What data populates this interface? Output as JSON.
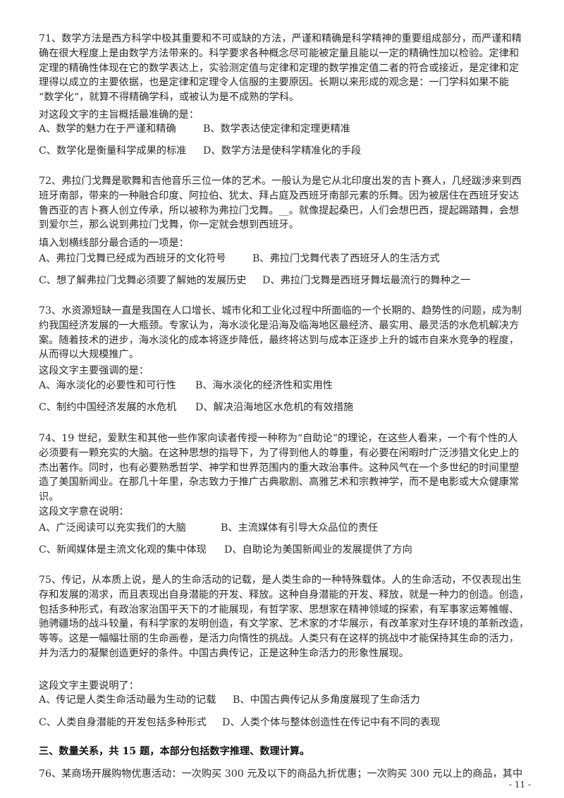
{
  "questions": [
    {
      "paragraph": [
        "71、数学方法是西方科学中极其重要和不可或缺的方法，严谨和精确是科学精神的重要组成部分，而严谨和精",
        "确在很大程度上是由数学方法带来的。科学要求各种概念尽可能被定量且能以一定的精确性加以检验。定律和",
        "定理的精确性体现在它的数学表达上，实验测定值与定律和定理的数学推定值二者的符合或接近，是定律和定",
        "理得以成立的主要依据，也是定律和定理令人信服的主要原因。长期以来形成的观念是：一门学科如果不能",
        "“数学化“，就算不得精确学科，或被认为是不成熟的学科。"
      ],
      "prompt": "对这段文字的主旨概括最准确的是：",
      "options": [
        "A、数学的魅力在于严谨和精确",
        "B、数学表达使定律和定理更精准",
        "C、数学化是衡量科学成果的标准",
        "D、数学方法是使科学精准化的手段"
      ]
    },
    {
      "paragraph": [
        "72、弗拉门戈舞是歌舞和吉他音乐三位一体的艺术。一般认为是它从北印度出发的吉卜赛人，几经跋涉来到西",
        "班牙南部，带来的一种融合印度、阿拉伯、犹太、拜占庭及西班牙南部元素的乐舞。因为被居住在西班牙安达",
        "鲁西亚的吉卜赛人创立传承，所以被称为弗拉门戈舞。__。就像提起桑巴，人们会想巴西，提起踢踏舞，会想",
        "到爱尔兰，那么说到弗拉门戈舞，你一定就会想到西班牙。"
      ],
      "prompt": "填入划横线部分最合适的一项是：",
      "options": [
        "A、弗拉门戈舞已经成为西班牙的文化符号",
        "B、弗拉门戈舞代表了西班牙人的生活方式",
        "C、想了解弗拉门戈舞必须要了解她的发展历史",
        "D、弗拉门戈舞是西班牙舞坛最流行的舞种之一"
      ]
    },
    {
      "paragraph": [
        "73、水资源短缺一直是我国在人口增长、城市化和工业化过程中所面临的一个长期的、趋势性的问题，成为制",
        "约我国经济发展的一大瓶颈。专家认为，海水淡化是沿海及临海地区最经济、最实用、最灵活的水危机解决方",
        "案。随着技术的进步，海水淡化的成本将逐步降低，最终将达到与成本正逐步上升的城市自来水竞争的程度，",
        "从而得以大规模推广。"
      ],
      "prompt": "这段文字主要强调的是：",
      "options": [
        "A、海水淡化的必要性和可行性",
        "B、海水淡化的经济性和实用性",
        "C、制约中国经济发展的水危机",
        "D、解决沿海地区水危机的有效措施"
      ]
    },
    {
      "paragraph": [
        "74、19 世纪，爱默生和其他一些作家向读者传授一种称为“自助论“的理论，在这些人看来，一个有个性的人",
        "必须要有一颗充实的大脑。在这种思想的指导下，为了得到他人的尊重，有必要在闲暇时广泛涉猎文化史上的",
        "杰出著作。同时，也有必要熟悉哲学、神学和世界范围内的重大政治事件。这种风气在一个多世纪的时间里塑",
        "造了美国新闻业。在那几十年里，杂志致力于推广古典歌剧、高雅艺术和宗教神学，而不是电影或大众健康常",
        "识。"
      ],
      "prompt": "这段文字意在说明：",
      "options": [
        "A、广泛阅读可以充实我们的大脑",
        "B、主流媒体有引导大众品位的责任",
        "C、新闻媒体是主流文化观的集中体现",
        "D、自助论为美国新闻业的发展提供了方向"
      ]
    },
    {
      "paragraph": [
        "75、传记，从本质上说，是人的生命活动的记载，是人类生命的一种特殊载体。人的生命活动，不仅表现出生",
        "存和发展的渴求，而且表现出自身潜能的开发、释放。这种自身潜能的开发、释放，就是一种力的创造。创造，",
        "包括多种形式，有政治家治国平天下的才能展现，有哲学家、思想家在精神领域的探索，有军事家运筹帷幄、",
        "驰骋疆场的战斗较量，有科学家的发明创造，有文学家、艺术家的才华展示，有改革家对生存环境的革新改造，",
        "等等。这是一幅幅壮丽的生命画卷，是活力向惰性的挑战。人类只有在这样的挑战中才能保持其生命的活力，",
        "并为活力的凝聚创造更好的条件。中国古典传记，正是这种生命活力的形象性展现。"
      ],
      "prompt": "这段文字主要说明了：",
      "options": [
        "A、传记是人类生命活动最为生动的记载",
        "B、中国古典传记从多角度展现了生命活力",
        "C、人类自身潜能的开发包括多种形式",
        "D、人类个体与整体创造性在传记中有不同的表现"
      ]
    }
  ],
  "section_heading": "三、数量关系，共 15 题，本部分包括数字推理、数理计算。",
  "q76_line": "76、某商场开展购物优惠活动：一次购买 300 元及以下的商品九折优惠；一次购买 300 元以上的商品，其中",
  "page_number": "- 11 -"
}
